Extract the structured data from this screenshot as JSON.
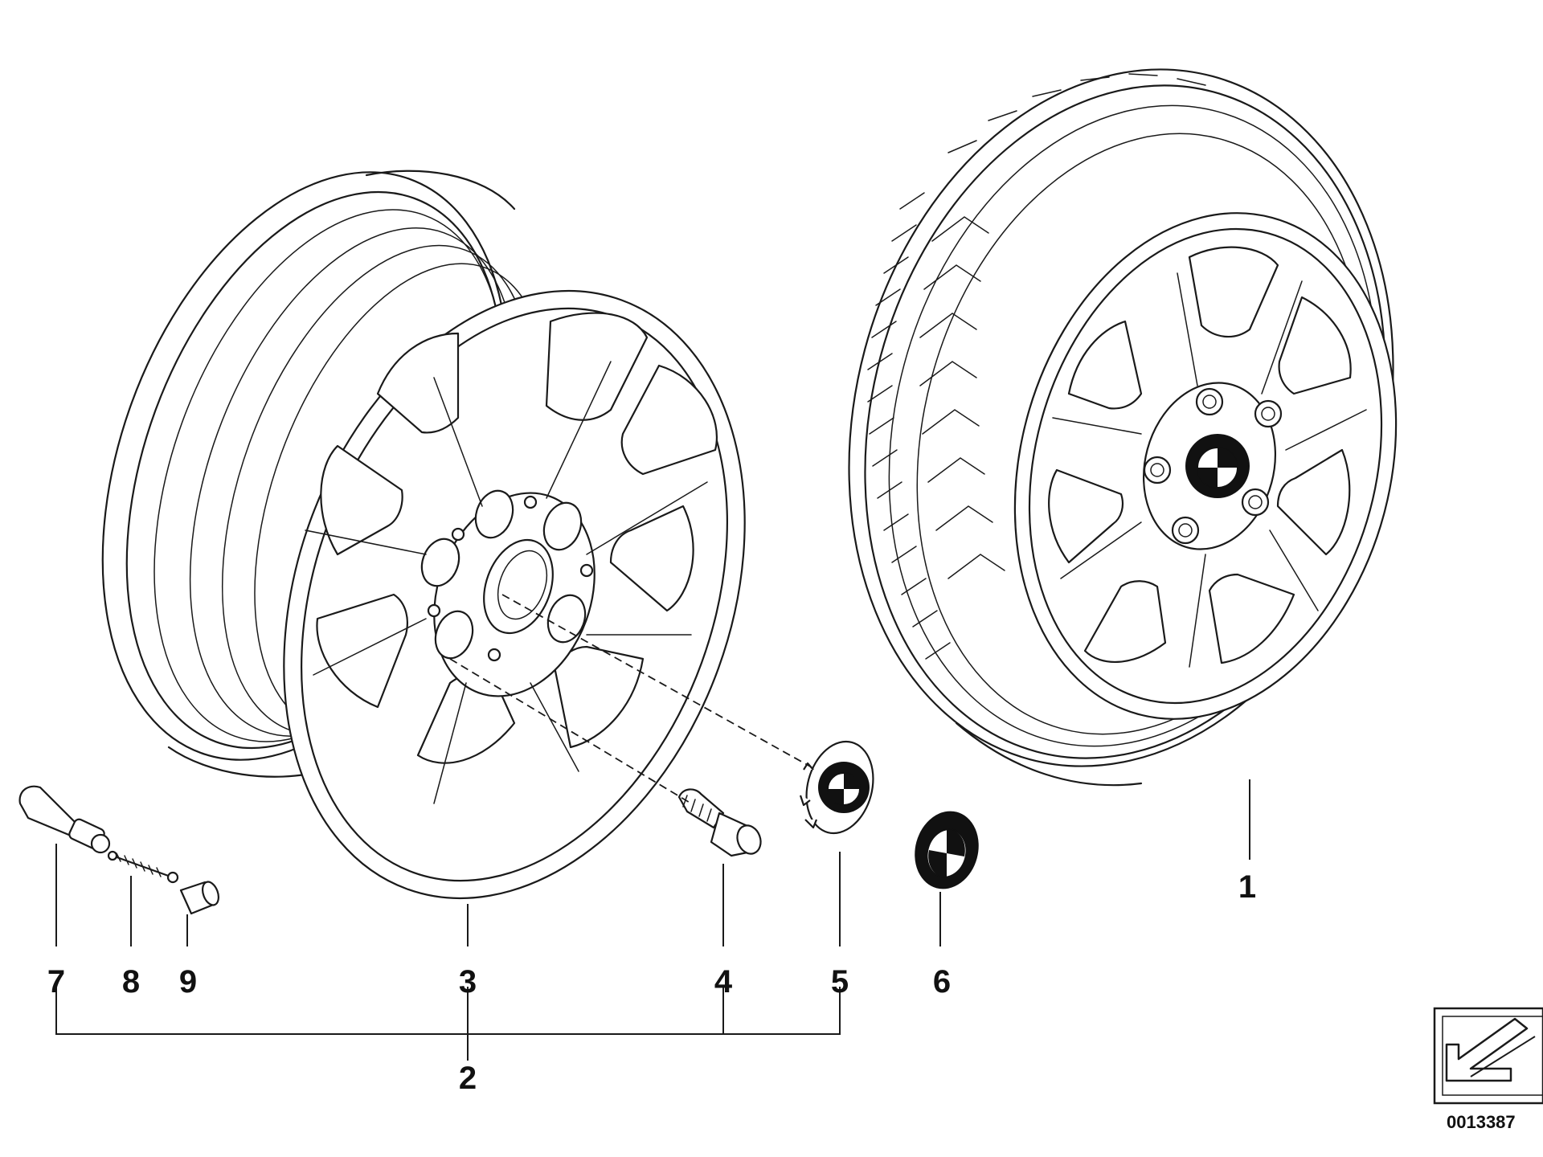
{
  "diagram": {
    "callouts": [
      {
        "id": "1",
        "label": "1"
      },
      {
        "id": "2",
        "label": "2"
      },
      {
        "id": "3",
        "label": "3"
      },
      {
        "id": "4",
        "label": "4"
      },
      {
        "id": "5",
        "label": "5"
      },
      {
        "id": "6",
        "label": "6"
      },
      {
        "id": "7",
        "label": "7"
      },
      {
        "id": "8",
        "label": "8"
      },
      {
        "id": "9",
        "label": "9"
      }
    ],
    "document_id": "0013387",
    "colors": {
      "line": "#1a1a1a",
      "background": "#ffffff",
      "emblem_dark": "#111111"
    },
    "icons": [
      "parts-diagram-corner-icon",
      "bmw-emblem-icon"
    ]
  }
}
